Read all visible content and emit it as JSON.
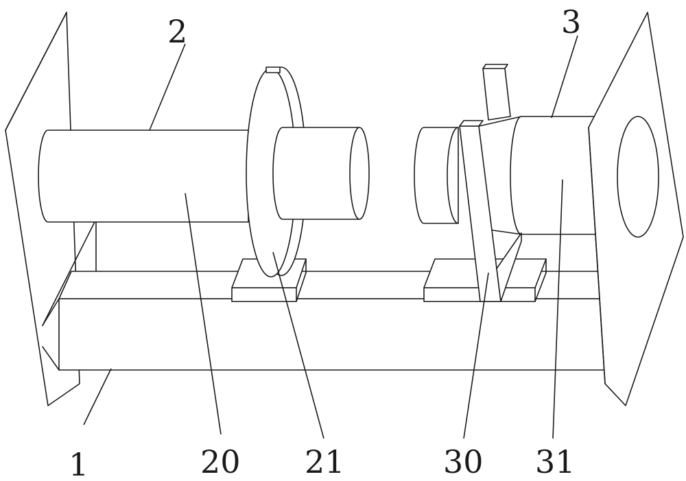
{
  "labels": {
    "frame": "1",
    "assembly_left": "2",
    "assembly_right": "3",
    "cylinder_left": "20",
    "flange_disc": "21",
    "bracket": "30",
    "cylinder_right": "31"
  }
}
